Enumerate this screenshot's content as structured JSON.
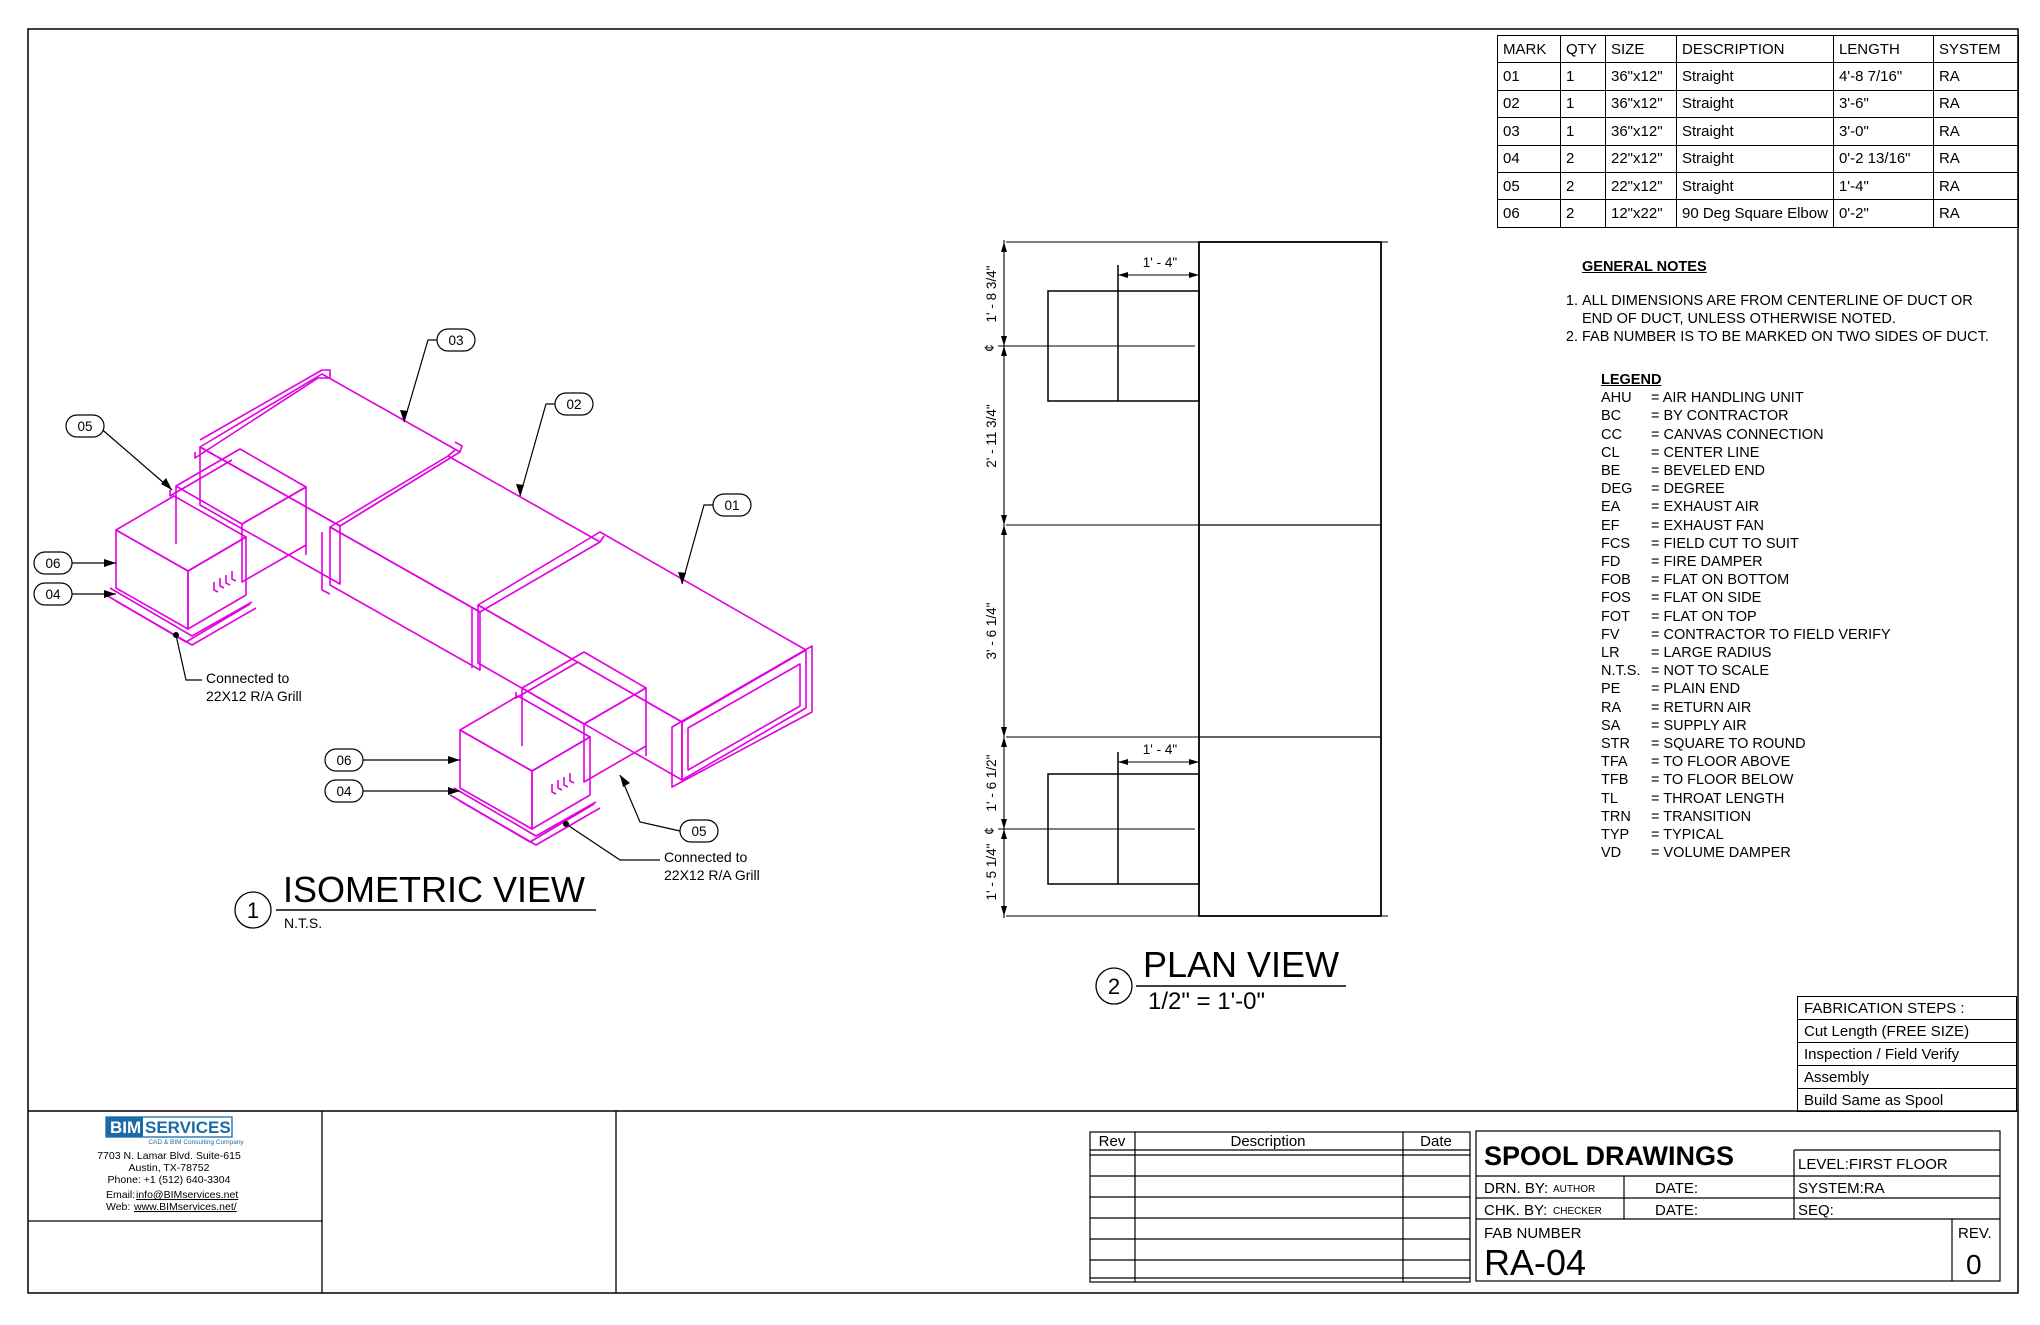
{
  "schedule": {
    "headers": [
      "MARK",
      "QTY",
      "SIZE",
      "DESCRIPTION",
      "LENGTH",
      "SYSTEM"
    ],
    "rows": [
      [
        "01",
        "1",
        "36\"x12\"",
        "Straight",
        "4'-8 7/16\"",
        "RA"
      ],
      [
        "02",
        "1",
        "36\"x12\"",
        "Straight",
        "3'-6\"",
        "RA"
      ],
      [
        "03",
        "1",
        "36\"x12\"",
        "Straight",
        "3'-0\"",
        "RA"
      ],
      [
        "04",
        "2",
        "22\"x12\"",
        "Straight",
        "0'-2 13/16\"",
        "RA"
      ],
      [
        "05",
        "2",
        "22\"x12\"",
        "Straight",
        "1'-4\"",
        "RA"
      ],
      [
        "06",
        "2",
        "12\"x22\"",
        "90 Deg Square Elbow",
        "0'-2\"",
        "RA"
      ]
    ]
  },
  "general_notes": {
    "title": "GENERAL NOTES",
    "items": [
      "ALL DIMENSIONS ARE FROM CENTERLINE OF DUCT OR END OF DUCT, UNLESS OTHERWISE NOTED.",
      "FAB NUMBER IS TO BE MARKED ON TWO SIDES OF DUCT."
    ]
  },
  "legend": {
    "title": "LEGEND",
    "items": [
      [
        "AHU",
        "= AIR HANDLING UNIT"
      ],
      [
        "BC",
        "= BY CONTRACTOR"
      ],
      [
        "CC",
        "= CANVAS CONNECTION"
      ],
      [
        "CL",
        "= CENTER LINE"
      ],
      [
        "BE",
        "= BEVELED END"
      ],
      [
        "DEG",
        "= DEGREE"
      ],
      [
        "EA",
        "= EXHAUST AIR"
      ],
      [
        "EF",
        "= EXHAUST FAN"
      ],
      [
        "FCS",
        "= FIELD CUT TO SUIT"
      ],
      [
        "FD",
        "= FIRE DAMPER"
      ],
      [
        "FOB",
        "= FLAT ON BOTTOM"
      ],
      [
        "FOS",
        "= FLAT ON SIDE"
      ],
      [
        "FOT",
        "= FLAT ON TOP"
      ],
      [
        "FV",
        "= CONTRACTOR TO FIELD VERIFY"
      ],
      [
        "LR",
        "= LARGE RADIUS"
      ],
      [
        "N.T.S.",
        "= NOT TO SCALE"
      ],
      [
        "PE",
        "= PLAIN END"
      ],
      [
        "RA",
        "= RETURN AIR"
      ],
      [
        "SA",
        "= SUPPLY AIR"
      ],
      [
        "STR",
        "= SQUARE TO ROUND"
      ],
      [
        "TFA",
        "= TO FLOOR ABOVE"
      ],
      [
        "TFB",
        "= TO FLOOR BELOW"
      ],
      [
        "TL",
        "= THROAT LENGTH"
      ],
      [
        "TRN",
        "= TRANSITION"
      ],
      [
        "TYP",
        "= TYPICAL"
      ],
      [
        "VD",
        "= VOLUME DAMPER"
      ]
    ]
  },
  "fabrication_steps": [
    "FABRICATION STEPS :",
    "Cut Length (FREE SIZE)",
    "Inspection / Field Verify",
    "Assembly",
    "Build Same as Spool"
  ],
  "iso_view": {
    "number": "1",
    "title": "ISOMETRIC VIEW",
    "scale": "N.T.S.",
    "tags": [
      "01",
      "02",
      "03",
      "04",
      "05",
      "06",
      "04",
      "05",
      "06"
    ],
    "note_line1": "Connected to",
    "note_line2": "22X12 R/A Grill"
  },
  "plan_view": {
    "number": "2",
    "title": "PLAN VIEW",
    "scale": "1/2\" = 1'-0\"",
    "dims": [
      "1' - 8 3/4\"",
      "2' - 11 3/4\"",
      "3' - 6 1/4\"",
      "1' - 6 1/2\"",
      "1' - 5 1/4\"",
      "1' - 4\"",
      "1' - 4\""
    ],
    "cl": "¢"
  },
  "company": {
    "logo_a": "BIM",
    "logo_b": "SERVICES",
    "tagline": "CAD & BIM Consulting Company",
    "address1": "7703 N. Lamar Blvd. Suite-615",
    "address2": "Austin, TX-78752",
    "phone": "Phone: +1 (512) 640-3304",
    "email_label": "Email:",
    "email": "info@BIMservices.net",
    "web_label": "Web:",
    "web": "www.BIMservices.net/"
  },
  "revisions": {
    "rev": "Rev",
    "description": "Description",
    "date": "Date"
  },
  "title_block": {
    "title": "SPOOL DRAWINGS",
    "level": "LEVEL:FIRST FLOOR",
    "drn_label": "DRN. BY:",
    "drn": "AUTHOR",
    "chk_label": "CHK. BY:",
    "chk": "CHECKER",
    "date_label": "DATE:",
    "system": "SYSTEM:RA",
    "seq": "SEQ:",
    "fab_label": "FAB NUMBER",
    "fab_number": "RA-04",
    "rev_label": "REV.",
    "rev": "0"
  },
  "colors": {
    "duct": "#e100e1",
    "line": "#000000"
  }
}
